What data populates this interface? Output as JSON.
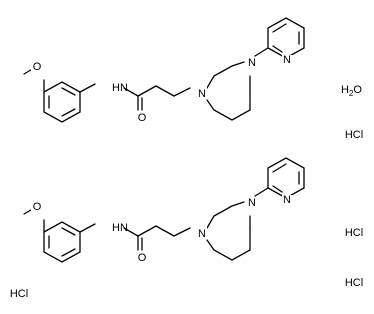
{
  "molecules": [
    {
      "atoms": {
        "methoxy_o": "O",
        "amide_n": "N",
        "amide_h": "H",
        "carbonyl_o": "O",
        "pip_n1": "N",
        "pip_n2": "N",
        "pyr_n": "N"
      }
    },
    {
      "atoms": {
        "methoxy_o": "O",
        "amide_n": "N",
        "amide_h": "H",
        "carbonyl_o": "O",
        "pip_n1": "N",
        "pip_n2": "N",
        "pyr_n": "N"
      }
    }
  ],
  "salts": {
    "water": {
      "h": "H",
      "sub": "2",
      "o": "O"
    },
    "hcl_1": "HCl",
    "hcl_2": "HCl",
    "hcl_3": "HCl",
    "hcl_4": "HCl"
  }
}
